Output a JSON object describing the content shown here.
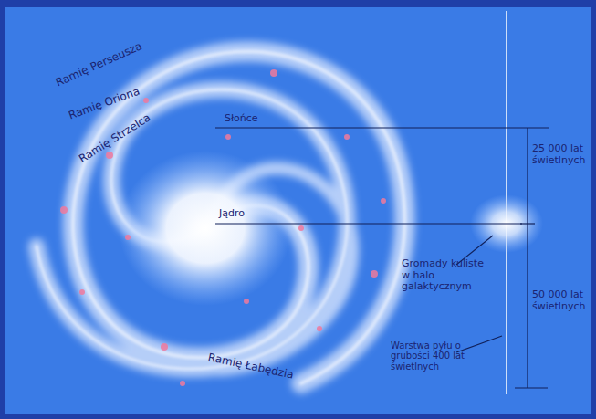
{
  "diagram": {
    "labels": [
      "Ramię Perseusza",
      "Ramię Oriona",
      "Ramię Strzelca",
      "Słońce",
      "Jądro",
      "25 000 lat świetlnych",
      "Gromady kuliste w halo galaktycznym",
      "50 000 lat świetlnych",
      "Warstwa pyłu o grubości 400 lat świetlnych",
      "Ramię Łabędzia"
    ]
  }
}
